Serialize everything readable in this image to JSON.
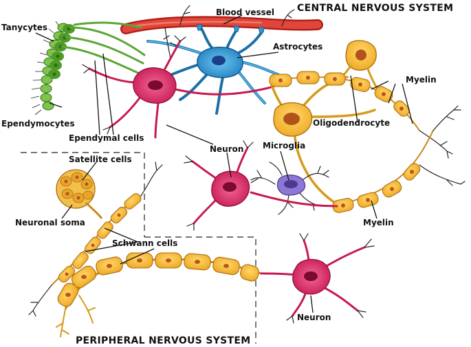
{
  "titles": {
    "cns": "CENTRAL NERVOUS SYSTEM",
    "pns": "PERIPHERAL NERVOUS SYSTEM"
  },
  "labels": {
    "tanycytes": "Tanycytes",
    "blood_vessel": "Blood vessel",
    "astrocytes": "Astrocytes",
    "myelin_top": "Myelin",
    "ependymocytes": "Ependymocytes",
    "oligodendrocyte": "Oligodendrocyte",
    "ependymal_cells": "Ependymal cells",
    "neuron_center": "Neuron",
    "microglia": "Microglia",
    "satellite_cells": "Satellite cells",
    "neuronal_soma": "Neuronal soma",
    "myelin_bottom": "Myelin",
    "schwann_cells": "Schwann cells",
    "neuron_bottom": "Neuron"
  },
  "colors": {
    "neuron": "#d9295f",
    "neuron_dark": "#a3123f",
    "myelin": "#f5b728",
    "myelin_dark": "#c9861a",
    "astrocyte": "#2f9bd6",
    "blood": "#d93a2a",
    "microglia": "#7b63c6",
    "ependymal": "#7cc44a",
    "nucleus_brown": "#b4521c"
  }
}
